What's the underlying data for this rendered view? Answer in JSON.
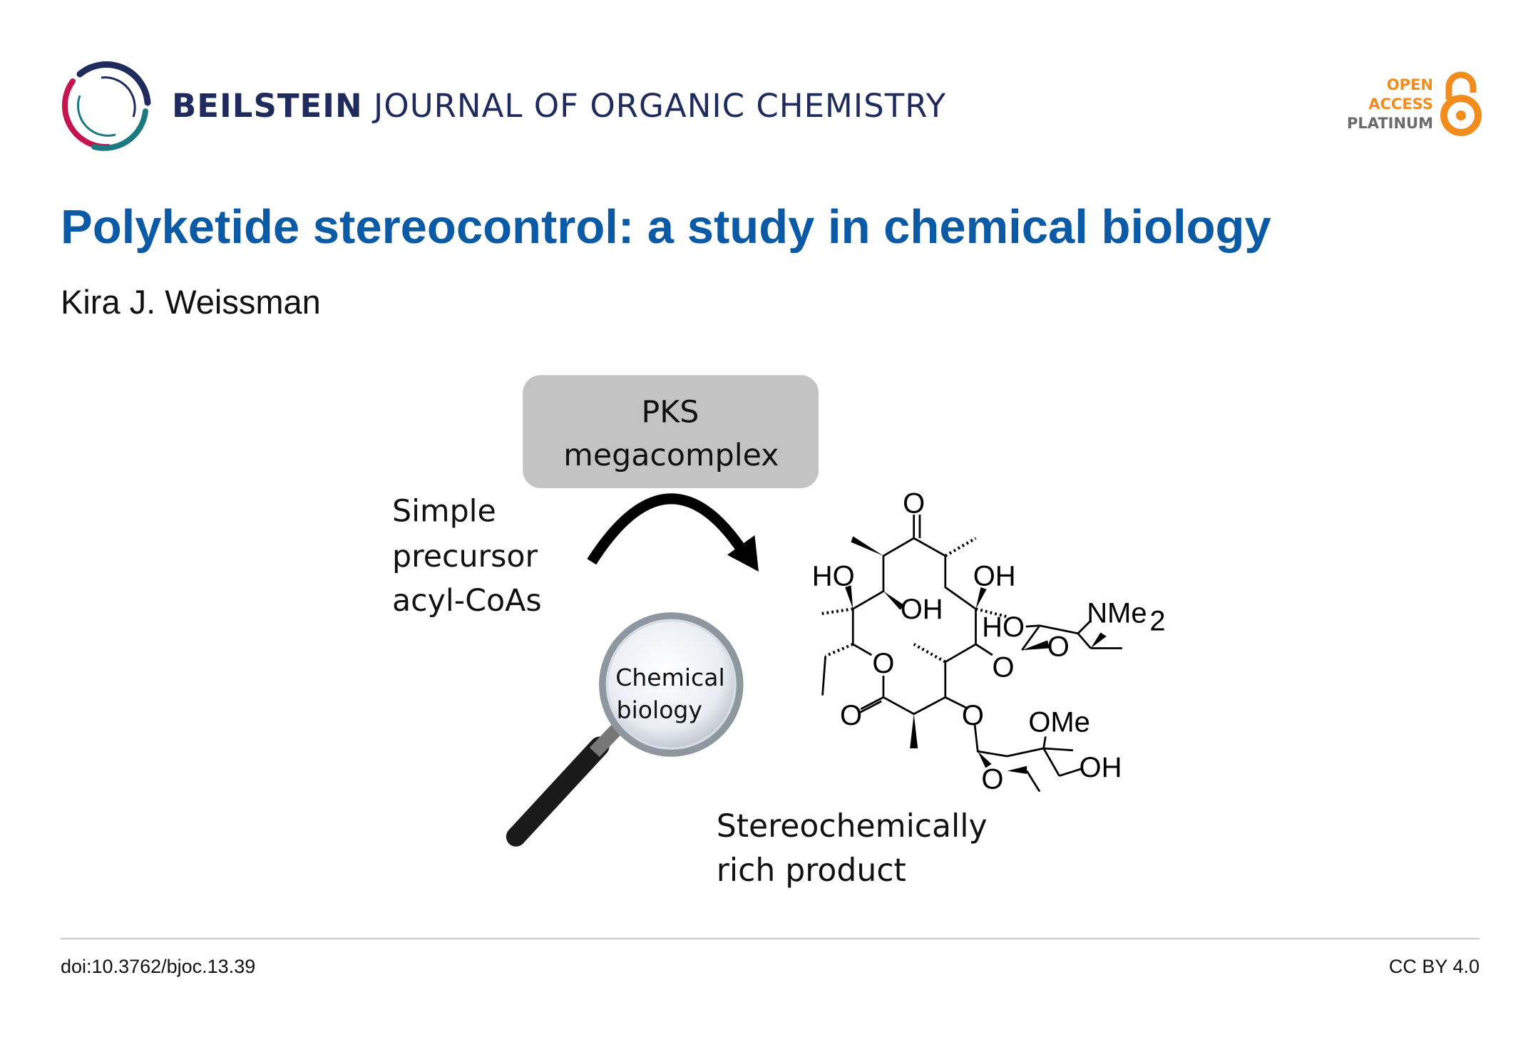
{
  "header": {
    "journal_bold": "BEILSTEIN",
    "journal_rest": "JOURNAL OF ORGANIC CHEMISTRY",
    "oa_line1": "OPEN",
    "oa_line2": "ACCESS",
    "oa_line3": "PLATINUM"
  },
  "article": {
    "title": "Polyketide stereocontrol: a study in chemical biology",
    "author": "Kira J. Weissman"
  },
  "figure": {
    "pks_line1": "PKS",
    "pks_line2": "megacomplex",
    "precursor_line1": "Simple",
    "precursor_line2": "precursor",
    "precursor_line3": "acyl-CoAs",
    "lens_line1": "Chemical",
    "lens_line2": "biology",
    "product_line1": "Stereochemically",
    "product_line2": "rich product",
    "molecule_labels": {
      "o_ketone": "O",
      "ho_left": "HO",
      "oh_mid": "OH",
      "oh_right": "OH",
      "o_ring": "O",
      "o_ester": "O",
      "o_link1": "O",
      "o_link2": "O",
      "ho_sugar": "HO",
      "o_sugar1": "O",
      "nme": "NMe",
      "nme_sub": "2",
      "ome": "OMe",
      "oh_sugar2": "OH",
      "o_sugar2": "O"
    }
  },
  "footer": {
    "doi": "doi:10.3762/bjoc.13.39",
    "license": "CC BY 4.0"
  },
  "colors": {
    "title": "#0b5aa5",
    "journal": "#1f2b5c",
    "oa": "#f28c1c",
    "logo_red": "#c4154f",
    "logo_teal": "#1a7a80"
  }
}
